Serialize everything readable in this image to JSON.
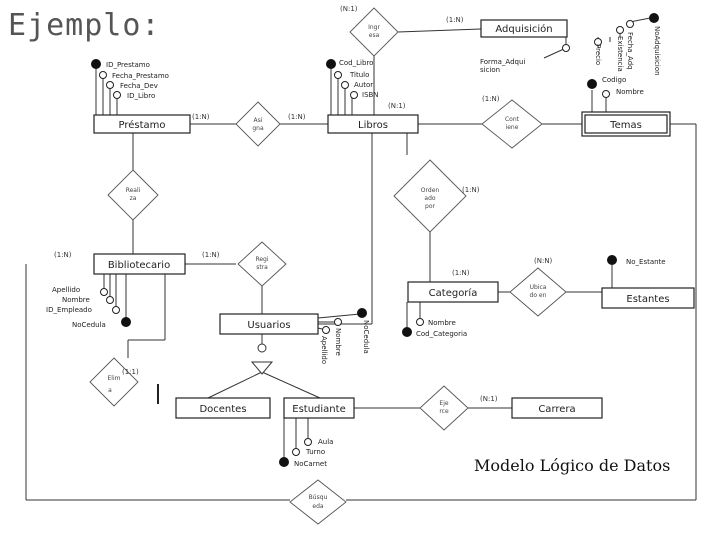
{
  "title": "Ejemplo:",
  "caption": "Modelo Lógico de Datos",
  "entities": {
    "adquisicion": "Adquisición",
    "prestamo": "Préstamo",
    "libros": "Libros",
    "temas": "Temas",
    "bibliotecario": "Bibliotecario",
    "categoria": "Categoría",
    "estantes": "Estantes",
    "usuarios": "Usuarios",
    "docentes": "Docentes",
    "estudiante": "Estudiante",
    "carrera": "Carrera"
  },
  "relations": {
    "ingresa": [
      "Ingr",
      "esa"
    ],
    "asigna": [
      "Asi",
      "gna"
    ],
    "contiene": [
      "Cont",
      "iene"
    ],
    "realiza": [
      "Reali",
      "za"
    ],
    "ordenado_por": [
      "Orden",
      "ado",
      "por"
    ],
    "registra": [
      "Regi",
      "stra"
    ],
    "ubicado_en": [
      "Ubica",
      "do en"
    ],
    "elimina": [
      "Elim",
      "a"
    ],
    "ejerce": [
      "Eje",
      "rce"
    ],
    "busqueda": [
      "Búsqu",
      "eda"
    ]
  },
  "cardinalities": {
    "ingresa": "(N:1)",
    "adquisicion": "(1:N)",
    "prestamo_asigna": "(1:N)",
    "asigna_libros": "(1:N)",
    "libros_contiene": "(N:1)",
    "contiene": "(1:N)",
    "ordenado": "(1:N)",
    "bibliotecario": "(1:N)",
    "registra": "(1:N)",
    "categoria": "(1:N)",
    "ubicado": "(N:N)",
    "elimina": "(1:1)",
    "ejerce": "(N:1)"
  },
  "attributes": {
    "adquisicion": [
      "NoAdquisicion",
      "Fecha_Adq",
      "Existencia",
      "Precio"
    ],
    "forma_adquisicion": [
      "Forma_Adqui",
      "sicion"
    ],
    "prestamo": [
      "ID_Prestamo",
      "Fecha_Prestamo",
      "Fecha_Dev",
      "ID_Libro"
    ],
    "libros": [
      "Cod_Libro",
      "Titulo",
      "Autor",
      "ISBN"
    ],
    "temas": [
      "Codigo",
      "Nombre"
    ],
    "bibliotecario": [
      "Apellido",
      "Nombre",
      "ID_Empleado",
      "NoCedula"
    ],
    "usuarios": [
      "NoCedula",
      "Nombre",
      "Apellido"
    ],
    "categoria": [
      "Nombre",
      "Cod_Categoria"
    ],
    "estantes": [
      "No_Estante"
    ],
    "estudiante": [
      "Aula",
      "Turno",
      "NoCarnet"
    ]
  }
}
